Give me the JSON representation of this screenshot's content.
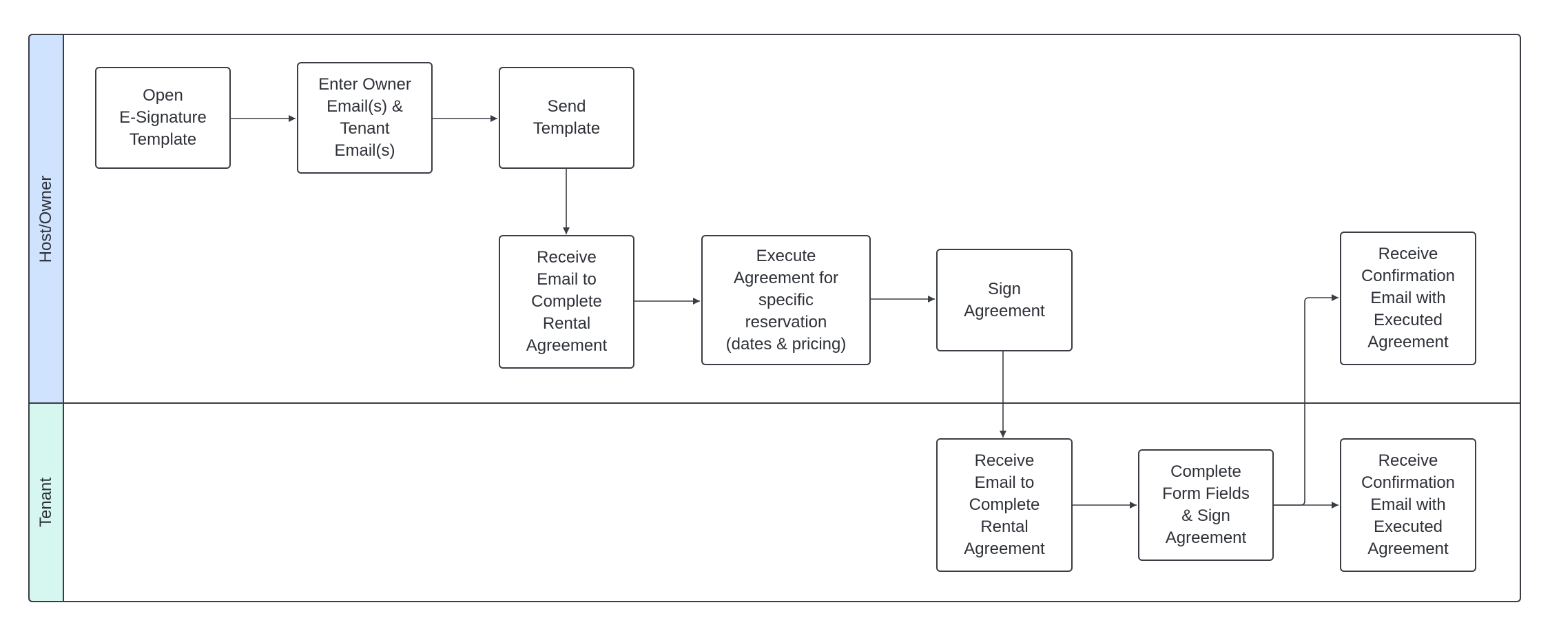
{
  "lanes": {
    "host": "Host/Owner",
    "tenant": "Tenant"
  },
  "colors": {
    "host_lane": "#cfe3ff",
    "tenant_lane": "#d5f7f0",
    "stroke": "#3a3d44"
  },
  "nodes": {
    "open_template": "Open\nE-Signature\nTemplate",
    "enter_emails": "Enter Owner\nEmail(s)  &\nTenant\nEmail(s)",
    "send_template": "Send\nTemplate",
    "host_receive_email": "Receive\nEmail to\nComplete\nRental\nAgreement",
    "execute_agreement": "Execute\nAgreement for\nspecific\nreservation\n(dates & pricing)",
    "sign_agreement": "Sign\nAgreement",
    "host_receive_confirmation": "Receive\nConfirmation\nEmail with\nExecuted\nAgreement",
    "tenant_receive_email": "Receive\nEmail to\nComplete\nRental\nAgreement",
    "complete_form": "Complete\nForm Fields\n& Sign\nAgreement",
    "tenant_receive_confirmation": "Receive\nConfirmation\nEmail with\nExecuted\nAgreement"
  }
}
